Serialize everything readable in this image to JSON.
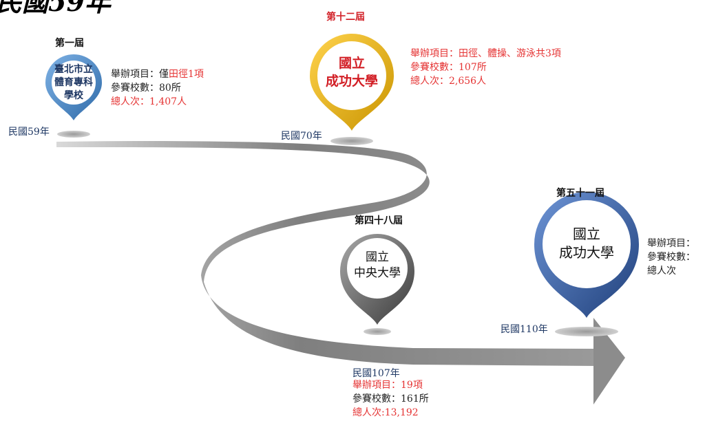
{
  "heading_fragment": "民國59年",
  "milestones": [
    {
      "edition": "第一屆",
      "venue_lines": [
        "臺北市立",
        "體育專科",
        "學校"
      ],
      "year": "民國59年",
      "events_label": "舉辦項目：",
      "events_prefix": "僅",
      "events_value": "田徑1項",
      "schools_label": "參賽校數：",
      "schools_value": "80所",
      "participants_label": "總人次：",
      "participants_value": "1,407人"
    },
    {
      "edition": "第十二屆",
      "venue_lines": [
        "國立",
        "成功大學"
      ],
      "year": "民國70年",
      "events_label": "舉辦項目：",
      "events_value": "田徑、體操、游泳共3項",
      "schools_label": "參賽校數：",
      "schools_value": "107所",
      "participants_label": "總人次：",
      "participants_value": "2,656人"
    },
    {
      "edition": "第四十八屆",
      "venue_lines": [
        "國立",
        "中央大學"
      ],
      "year": "民國107年",
      "events_label": "舉辦項目：",
      "events_value": "19項",
      "schools_label": "參賽校數：",
      "schools_value": "161所",
      "participants_label": "總人次:",
      "participants_value": "13,192"
    },
    {
      "edition": "第五十一屆",
      "venue_lines": [
        "國立",
        "成功大學"
      ],
      "year": "民國110年",
      "events_label": "舉辦項目：",
      "schools_label": "參賽校數：",
      "participants_label": "總人次"
    }
  ],
  "colors": {
    "pin1": "#4a86c5",
    "pin2": "#e8b000",
    "pin3": "#707070",
    "pin4": "#2f5597",
    "path": "#8a8a8a",
    "highlight": "#e53333",
    "year": "#1f3864"
  }
}
